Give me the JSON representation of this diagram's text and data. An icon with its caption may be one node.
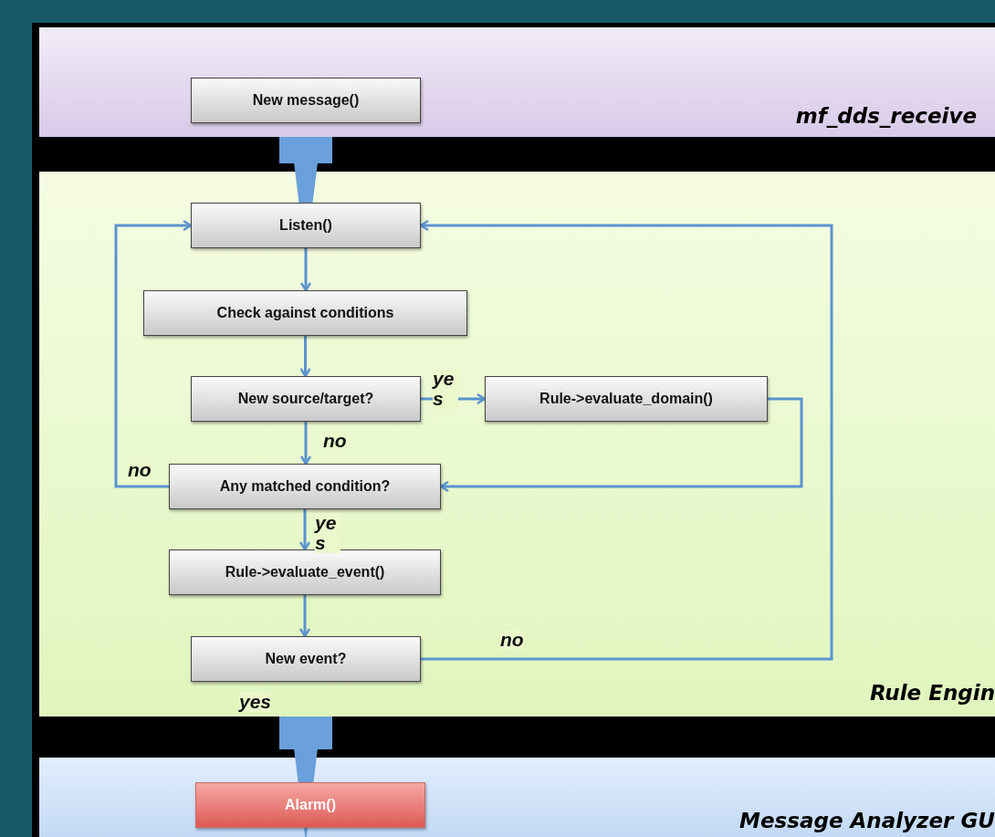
{
  "diagram": {
    "nodes": [
      {
        "text": [
          "mf_dds_receive"
        ]
      },
      {
        "text": [
          "New message()"
        ],
        "in": 0
      },
      {
        "text": [
          "Rule Engin"
        ]
      },
      {
        "text": [
          "Listen()"
        ],
        "in": 2
      },
      {
        "text": [
          "Check against conditions"
        ],
        "in": 2
      },
      {
        "text": [
          "New source/target?"
        ],
        "in": 2
      },
      {
        "text": [
          "Rule->evaluate_domain()"
        ],
        "in": 2
      },
      {
        "text": [
          "Any matched condition?"
        ],
        "in": 2
      },
      {
        "text": [
          "Rule->evaluate_event()"
        ],
        "in": 2
      },
      {
        "text": [
          "New event?"
        ],
        "in": 2
      },
      {
        "text": [
          "Message Analyzer GU"
        ]
      },
      {
        "text": [
          "Alarm()"
        ],
        "in": 10
      }
    ],
    "edges": [
      {
        "from": 0,
        "to": 2,
        "arrow": "to",
        "style": "thick"
      },
      {
        "from": 3,
        "to": 4,
        "arrow": "to"
      },
      {
        "from": 4,
        "to": 5,
        "arrow": "to"
      },
      {
        "from": 5,
        "to": 6,
        "arrow": "to",
        "label": "yes"
      },
      {
        "from": 6,
        "to": 7,
        "arrow": "to"
      },
      {
        "from": 5,
        "to": 7,
        "arrow": "to",
        "label": "no"
      },
      {
        "from": 7,
        "to": 3,
        "arrow": "to",
        "label": "no"
      },
      {
        "from": 7,
        "to": 8,
        "arrow": "to",
        "label": "yes"
      },
      {
        "from": 8,
        "to": 9,
        "arrow": "to"
      },
      {
        "from": 9,
        "to": 3,
        "arrow": "to",
        "label": "no"
      },
      {
        "from": 2,
        "to": 10,
        "arrow": "to",
        "style": "thick",
        "label": "yes"
      }
    ]
  }
}
